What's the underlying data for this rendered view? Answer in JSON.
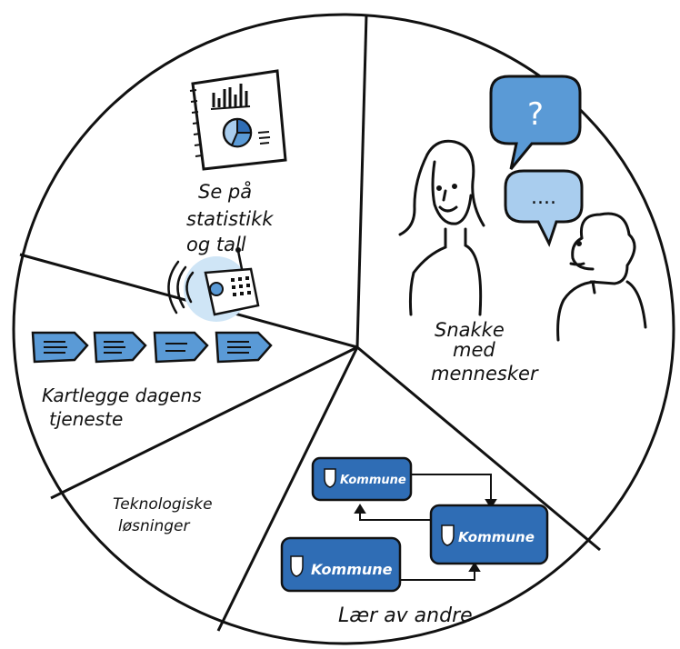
{
  "sections": {
    "statistics": {
      "label_lines": [
        "Se på",
        "statistikk",
        "og tall"
      ]
    },
    "talk": {
      "label_lines": [
        "Snakke",
        "med",
        "mennesker"
      ]
    },
    "map_service": {
      "label_lines": [
        "Kartlegge dagens",
        "tjeneste"
      ]
    },
    "technology": {
      "label_lines": [
        "Teknologiske",
        "løsninger"
      ]
    },
    "learn": {
      "label": "Lær av andre",
      "boxes": [
        "Kommune",
        "Kommune",
        "Kommune"
      ]
    }
  },
  "speech": {
    "question": "?",
    "dots": "...."
  },
  "colors": {
    "ink": "#111111",
    "blue_dark": "#2f6db5",
    "blue_mid": "#5a9ad6",
    "blue_light": "#a9cdee",
    "blue_pale": "#cfe5f6"
  }
}
